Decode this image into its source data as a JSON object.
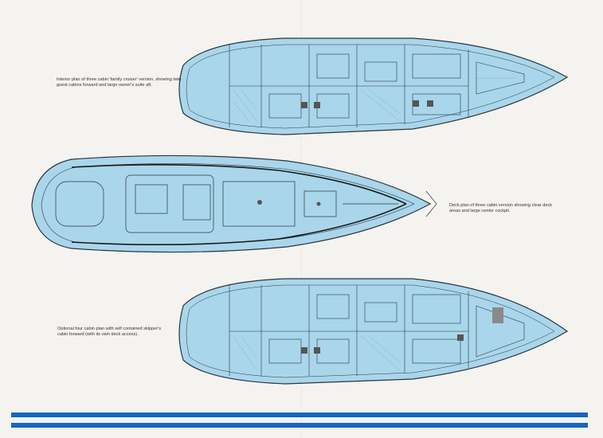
{
  "captions": {
    "interior_three_cabin": "Interior plan of three cabin 'family cruiser' version, showing twin guest cabins forward and large owner's suite aft.",
    "deck_plan": "Deck plan of three cabin version showing clear deck areas and large center cockpit.",
    "four_cabin": "Optional four cabin plan with self contained skipper's cabin forward (with its own deck access)."
  },
  "colors": {
    "hull_fill": "#a9d6ea",
    "line": "#2b3440",
    "accent_stripe": "#1466c1",
    "paper": "#f4f3ef"
  }
}
